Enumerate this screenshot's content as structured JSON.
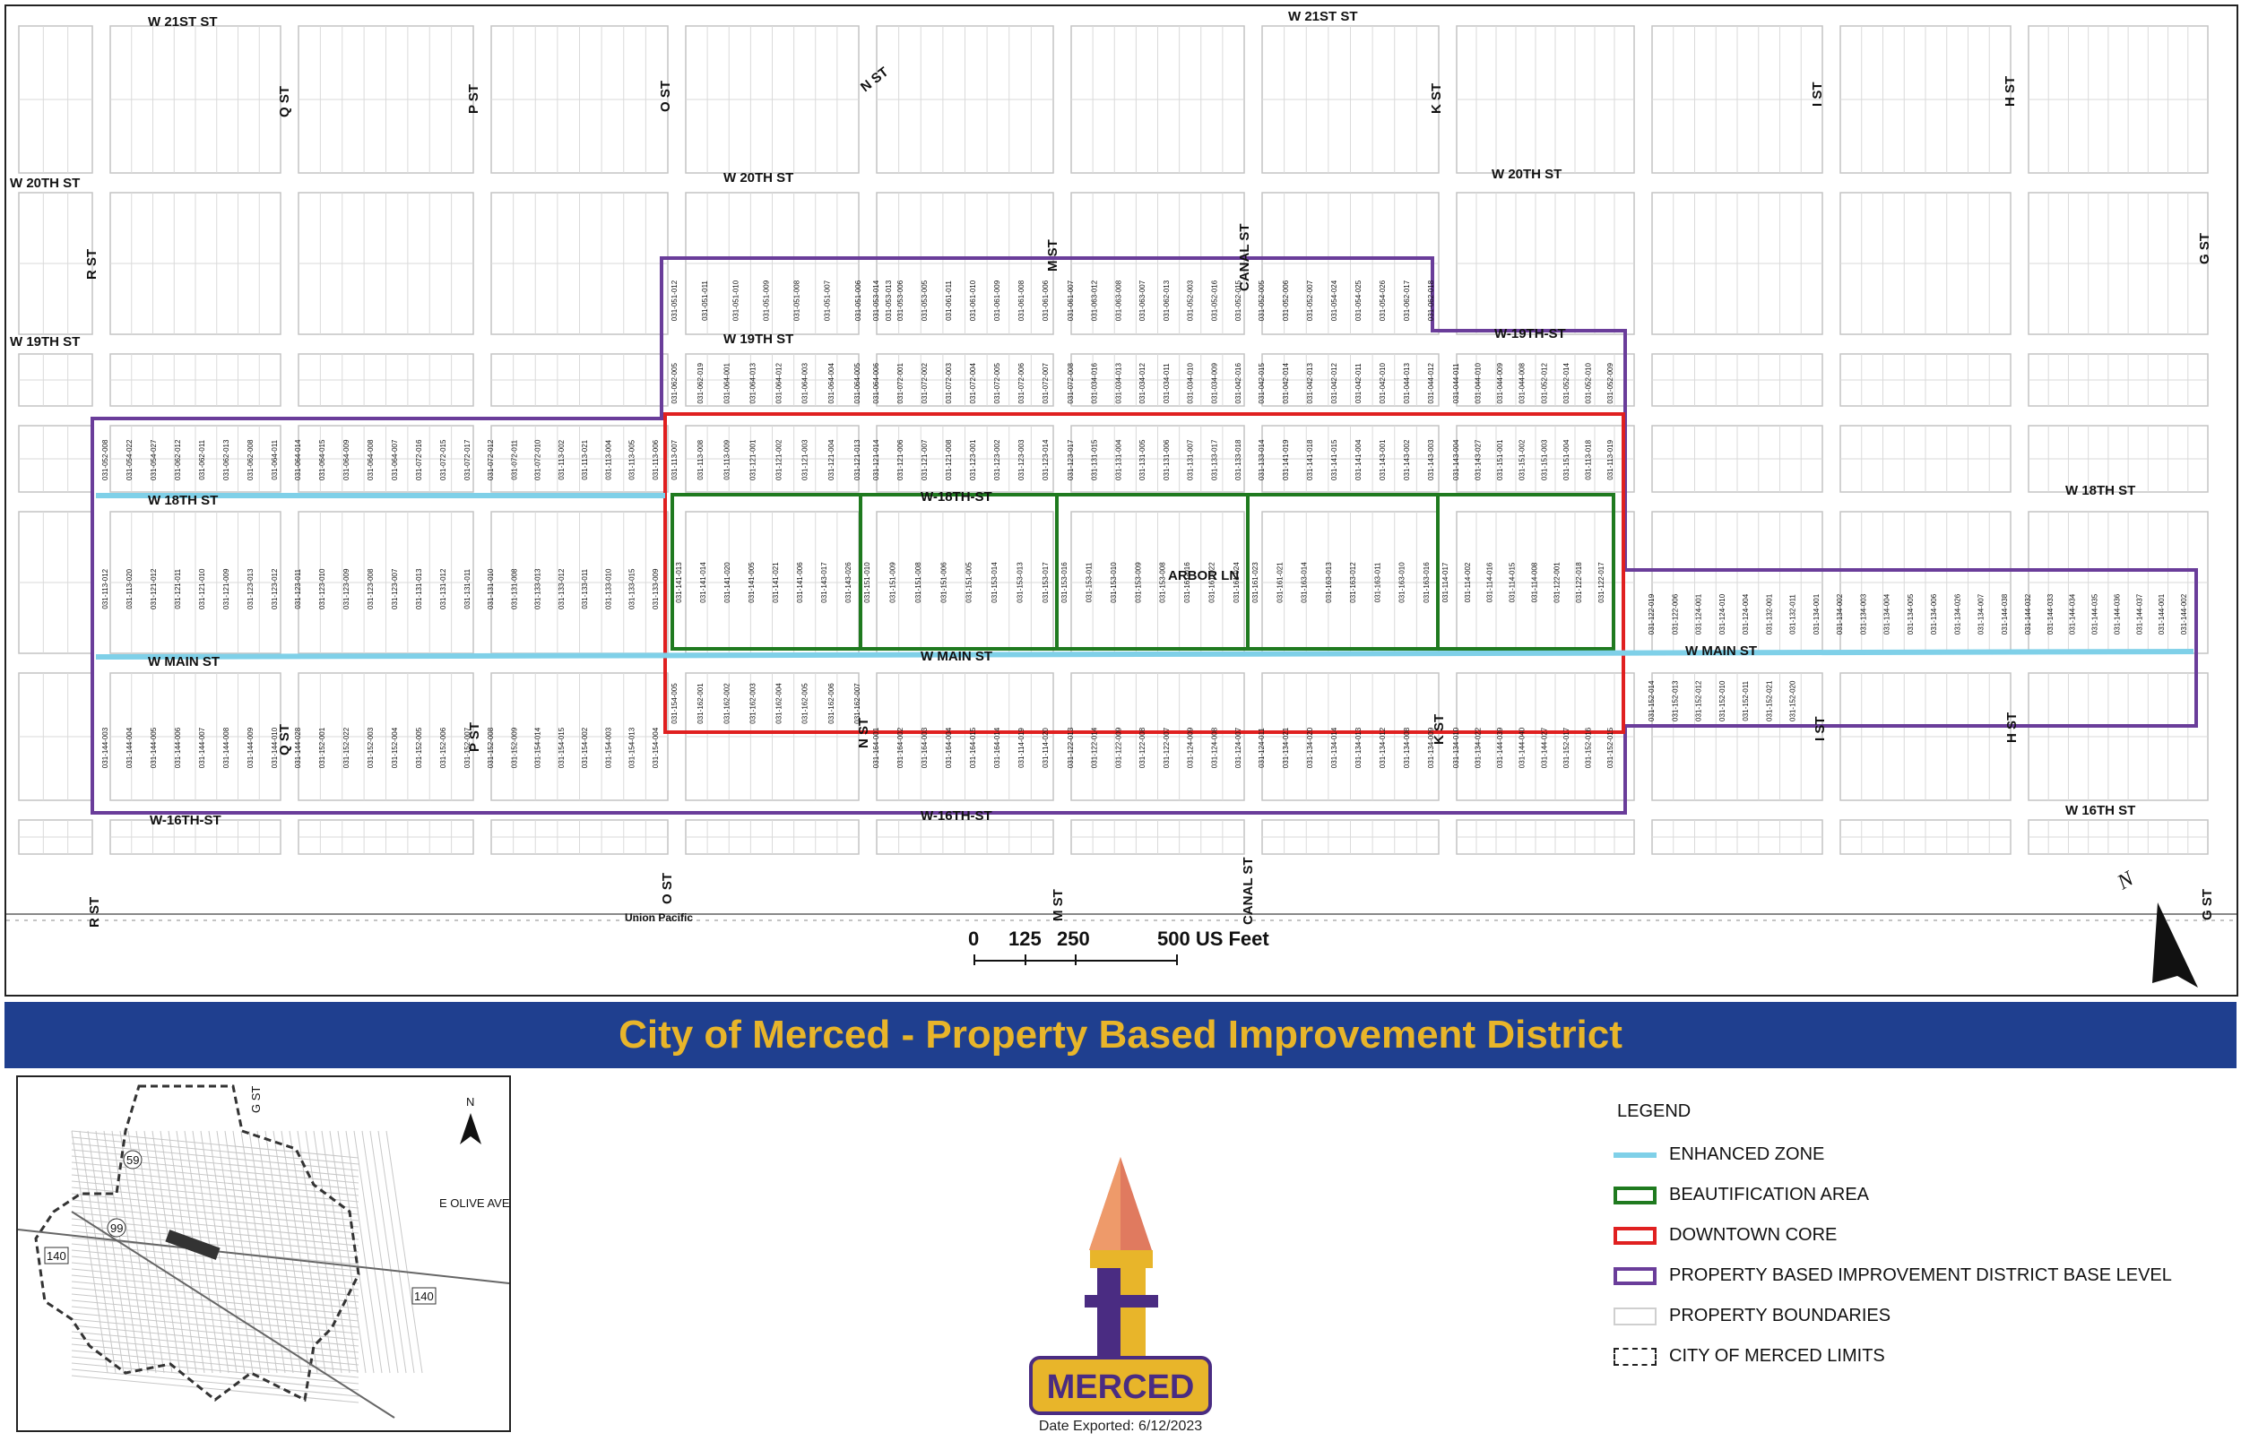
{
  "title": "City of Merced - Property Based Improvement District",
  "streets": {
    "w21st_left": "W 21ST ST",
    "w21st_right": "W 21ST ST",
    "w20th_far_left": "W 20TH ST",
    "w20th_mid": "W 20TH ST",
    "w20th_right": "W 20TH ST",
    "w19th_left": "W 19TH ST",
    "w19th_mid": "W 19TH ST",
    "w19th_right": "W-19TH-ST",
    "w18th_left": "W 18TH ST",
    "w18th_mid": "W-18TH-ST",
    "w18th_right": "W 18TH ST",
    "wmain_left": "W MAIN ST",
    "wmain_mid": "W MAIN ST",
    "wmain_right": "W MAIN ST",
    "w16th_left": "W-16TH-ST",
    "w16th_mid": "W-16TH-ST",
    "w16th_right": "W 16TH ST",
    "arbor": "ARBOR LN",
    "union_pacific": "Union Pacific",
    "r_st_top": "R ST",
    "r_st_bottom": "R ST",
    "q_st_top": "Q ST",
    "q_st_bottom": "Q ST",
    "p_st_top": "P ST",
    "p_st_bottom": "P ST",
    "o_st_top": "O ST",
    "o_st_bottom": "O ST",
    "n_st_top": "N ST",
    "n_st_bottom": "N ST",
    "m_st_top": "M ST",
    "m_st_bottom": "M ST",
    "canal_top": "CANAL ST",
    "canal_bottom": "CANAL ST",
    "k_st_top": "K ST",
    "k_st_bottom": "K ST",
    "i_st_top": "I ST",
    "i_st_bottom": "I ST",
    "h_st_top": "H ST",
    "h_st_bottom": "H ST",
    "g_st_top": "G ST",
    "g_st_bottom": "G ST"
  },
  "parcels": [
    {
      "id": "031-051-012"
    },
    {
      "id": "031-051-011"
    },
    {
      "id": "031-051-010"
    },
    {
      "id": "031-051-009"
    },
    {
      "id": "031-051-008"
    },
    {
      "id": "031-051-007"
    },
    {
      "id": "031-051-006"
    },
    {
      "id": "031-053-013"
    },
    {
      "id": "031-053-014"
    },
    {
      "id": "031-053-006"
    },
    {
      "id": "031-053-005"
    },
    {
      "id": "031-061-011"
    },
    {
      "id": "031-061-010"
    },
    {
      "id": "031-061-009"
    },
    {
      "id": "031-061-008"
    },
    {
      "id": "031-061-006"
    },
    {
      "id": "031-061-007"
    },
    {
      "id": "031-063-012"
    },
    {
      "id": "031-063-008"
    },
    {
      "id": "031-063-007"
    },
    {
      "id": "031-062-013"
    },
    {
      "id": "031-052-003"
    },
    {
      "id": "031-052-016"
    },
    {
      "id": "031-052-015"
    },
    {
      "id": "031-052-005"
    },
    {
      "id": "031-052-006"
    },
    {
      "id": "031-052-007"
    },
    {
      "id": "031-054-024"
    },
    {
      "id": "031-054-025"
    },
    {
      "id": "031-054-026"
    },
    {
      "id": "031-062-017"
    },
    {
      "id": "031-062-018"
    },
    {
      "id": "031-062-005"
    },
    {
      "id": "031-062-019"
    },
    {
      "id": "031-064-001"
    },
    {
      "id": "031-064-013"
    },
    {
      "id": "031-064-012"
    },
    {
      "id": "031-064-003"
    },
    {
      "id": "031-064-004"
    },
    {
      "id": "031-064-005"
    },
    {
      "id": "031-064-006"
    },
    {
      "id": "031-072-001"
    },
    {
      "id": "031-072-002"
    },
    {
      "id": "031-072-003"
    },
    {
      "id": "031-072-004"
    },
    {
      "id": "031-072-005"
    },
    {
      "id": "031-072-006"
    },
    {
      "id": "031-072-007"
    },
    {
      "id": "031-072-008"
    },
    {
      "id": "031-034-016"
    },
    {
      "id": "031-034-013"
    },
    {
      "id": "031-034-012"
    },
    {
      "id": "031-034-011"
    },
    {
      "id": "031-034-010"
    },
    {
      "id": "031-034-009"
    },
    {
      "id": "031-042-016"
    },
    {
      "id": "031-042-015"
    },
    {
      "id": "031-042-014"
    },
    {
      "id": "031-042-013"
    },
    {
      "id": "031-042-012"
    },
    {
      "id": "031-042-011"
    },
    {
      "id": "031-042-010"
    },
    {
      "id": "031-044-013"
    },
    {
      "id": "031-044-012"
    },
    {
      "id": "031-044-011"
    },
    {
      "id": "031-044-010"
    },
    {
      "id": "031-044-009"
    },
    {
      "id": "031-044-008"
    },
    {
      "id": "031-052-012"
    },
    {
      "id": "031-052-014"
    },
    {
      "id": "031-052-010"
    },
    {
      "id": "031-052-009"
    },
    {
      "id": "031-052-008"
    },
    {
      "id": "031-054-022"
    },
    {
      "id": "031-054-027"
    },
    {
      "id": "031-062-012"
    },
    {
      "id": "031-062-011"
    },
    {
      "id": "031-062-013"
    },
    {
      "id": "031-062-008"
    },
    {
      "id": "031-064-011"
    },
    {
      "id": "031-064-014"
    },
    {
      "id": "031-064-015"
    },
    {
      "id": "031-064-009"
    },
    {
      "id": "031-064-008"
    },
    {
      "id": "031-064-007"
    },
    {
      "id": "031-072-016"
    },
    {
      "id": "031-072-015"
    },
    {
      "id": "031-072-017"
    },
    {
      "id": "031-072-012"
    },
    {
      "id": "031-072-011"
    },
    {
      "id": "031-072-010"
    },
    {
      "id": "031-113-002"
    },
    {
      "id": "031-113-021"
    },
    {
      "id": "031-113-004"
    },
    {
      "id": "031-113-005"
    },
    {
      "id": "031-113-006"
    },
    {
      "id": "031-113-007"
    },
    {
      "id": "031-113-008"
    },
    {
      "id": "031-113-009"
    },
    {
      "id": "031-121-001"
    },
    {
      "id": "031-121-002"
    },
    {
      "id": "031-121-003"
    },
    {
      "id": "031-121-004"
    },
    {
      "id": "031-121-013"
    },
    {
      "id": "031-121-014"
    },
    {
      "id": "031-121-006"
    },
    {
      "id": "031-121-007"
    },
    {
      "id": "031-121-008"
    },
    {
      "id": "031-123-001"
    },
    {
      "id": "031-123-002"
    },
    {
      "id": "031-123-003"
    },
    {
      "id": "031-123-014"
    },
    {
      "id": "031-123-017"
    },
    {
      "id": "031-131-015"
    },
    {
      "id": "031-131-004"
    },
    {
      "id": "031-131-005"
    },
    {
      "id": "031-131-006"
    },
    {
      "id": "031-131-007"
    },
    {
      "id": "031-133-017"
    },
    {
      "id": "031-133-018"
    },
    {
      "id": "031-133-014"
    },
    {
      "id": "031-141-019"
    },
    {
      "id": "031-141-018"
    },
    {
      "id": "031-141-015"
    },
    {
      "id": "031-141-004"
    },
    {
      "id": "031-143-001"
    },
    {
      "id": "031-143-002"
    },
    {
      "id": "031-143-003"
    },
    {
      "id": "031-143-004"
    },
    {
      "id": "031-143-027"
    },
    {
      "id": "031-151-001"
    },
    {
      "id": "031-151-002"
    },
    {
      "id": "031-151-003"
    },
    {
      "id": "031-151-004"
    },
    {
      "id": "031-113-018"
    },
    {
      "id": "031-113-019"
    },
    {
      "id": "031-113-012"
    },
    {
      "id": "031-113-020"
    },
    {
      "id": "031-121-012"
    },
    {
      "id": "031-121-011"
    },
    {
      "id": "031-121-010"
    },
    {
      "id": "031-121-009"
    },
    {
      "id": "031-123-013"
    },
    {
      "id": "031-123-012"
    },
    {
      "id": "031-123-011"
    },
    {
      "id": "031-123-010"
    },
    {
      "id": "031-123-009"
    },
    {
      "id": "031-123-008"
    },
    {
      "id": "031-123-007"
    },
    {
      "id": "031-131-013"
    },
    {
      "id": "031-131-012"
    },
    {
      "id": "031-131-011"
    },
    {
      "id": "031-131-010"
    },
    {
      "id": "031-131-008"
    },
    {
      "id": "031-133-013"
    },
    {
      "id": "031-133-012"
    },
    {
      "id": "031-133-011"
    },
    {
      "id": "031-133-010"
    },
    {
      "id": "031-133-015"
    },
    {
      "id": "031-133-009"
    },
    {
      "id": "031-141-013"
    },
    {
      "id": "031-141-014"
    },
    {
      "id": "031-141-020"
    },
    {
      "id": "031-141-005"
    },
    {
      "id": "031-141-021"
    },
    {
      "id": "031-141-006"
    },
    {
      "id": "031-143-017"
    },
    {
      "id": "031-143-026"
    },
    {
      "id": "031-151-010"
    },
    {
      "id": "031-151-009"
    },
    {
      "id": "031-151-008"
    },
    {
      "id": "031-151-006"
    },
    {
      "id": "031-151-005"
    },
    {
      "id": "031-153-014"
    },
    {
      "id": "031-153-013"
    },
    {
      "id": "031-153-017"
    },
    {
      "id": "031-153-016"
    },
    {
      "id": "031-153-011"
    },
    {
      "id": "031-153-010"
    },
    {
      "id": "031-153-009"
    },
    {
      "id": "031-153-008"
    },
    {
      "id": "031-161-016"
    },
    {
      "id": "031-161-022"
    },
    {
      "id": "031-161-024"
    },
    {
      "id": "031-161-023"
    },
    {
      "id": "031-161-021"
    },
    {
      "id": "031-163-014"
    },
    {
      "id": "031-163-013"
    },
    {
      "id": "031-163-012"
    },
    {
      "id": "031-163-011"
    },
    {
      "id": "031-163-010"
    },
    {
      "id": "031-163-016"
    },
    {
      "id": "031-114-017"
    },
    {
      "id": "031-114-002"
    },
    {
      "id": "031-114-016"
    },
    {
      "id": "031-114-015"
    },
    {
      "id": "031-114-008"
    },
    {
      "id": "031-122-001"
    },
    {
      "id": "031-122-018"
    },
    {
      "id": "031-122-017"
    },
    {
      "id": "031-122-019"
    },
    {
      "id": "031-122-006"
    },
    {
      "id": "031-124-001"
    },
    {
      "id": "031-124-010"
    },
    {
      "id": "031-124-004"
    },
    {
      "id": "031-132-001"
    },
    {
      "id": "031-132-011"
    },
    {
      "id": "031-134-001"
    },
    {
      "id": "031-134-002"
    },
    {
      "id": "031-134-003"
    },
    {
      "id": "031-134-004"
    },
    {
      "id": "031-134-005"
    },
    {
      "id": "031-134-006"
    },
    {
      "id": "031-134-026"
    },
    {
      "id": "031-134-007"
    },
    {
      "id": "031-144-038"
    },
    {
      "id": "031-144-032"
    },
    {
      "id": "031-144-033"
    },
    {
      "id": "031-144-034"
    },
    {
      "id": "031-144-035"
    },
    {
      "id": "031-144-036"
    },
    {
      "id": "031-144-037"
    },
    {
      "id": "031-144-001"
    },
    {
      "id": "031-144-002"
    },
    {
      "id": "031-144-003"
    },
    {
      "id": "031-144-004"
    },
    {
      "id": "031-144-005"
    },
    {
      "id": "031-144-006"
    },
    {
      "id": "031-144-007"
    },
    {
      "id": "031-144-008"
    },
    {
      "id": "031-144-009"
    },
    {
      "id": "031-144-010"
    },
    {
      "id": "031-144-028"
    },
    {
      "id": "031-152-001"
    },
    {
      "id": "031-152-022"
    },
    {
      "id": "031-152-003"
    },
    {
      "id": "031-152-004"
    },
    {
      "id": "031-152-005"
    },
    {
      "id": "031-152-006"
    },
    {
      "id": "031-152-007"
    },
    {
      "id": "031-152-008"
    },
    {
      "id": "031-152-009"
    },
    {
      "id": "031-154-014"
    },
    {
      "id": "031-154-015"
    },
    {
      "id": "031-154-002"
    },
    {
      "id": "031-154-003"
    },
    {
      "id": "031-154-013"
    },
    {
      "id": "031-154-004"
    },
    {
      "id": "031-154-005"
    },
    {
      "id": "031-162-001"
    },
    {
      "id": "031-162-002"
    },
    {
      "id": "031-162-003"
    },
    {
      "id": "031-162-004"
    },
    {
      "id": "031-162-005"
    },
    {
      "id": "031-162-006"
    },
    {
      "id": "031-162-007"
    },
    {
      "id": "031-164-001"
    },
    {
      "id": "031-164-002"
    },
    {
      "id": "031-164-003"
    },
    {
      "id": "031-164-004"
    },
    {
      "id": "031-164-015"
    },
    {
      "id": "031-164-014"
    },
    {
      "id": "031-114-019"
    },
    {
      "id": "031-114-020"
    },
    {
      "id": "031-122-013"
    },
    {
      "id": "031-122-014"
    },
    {
      "id": "031-122-009"
    },
    {
      "id": "031-122-008"
    },
    {
      "id": "031-122-007"
    },
    {
      "id": "031-124-009"
    },
    {
      "id": "031-124-008"
    },
    {
      "id": "031-124-007"
    },
    {
      "id": "031-124-011"
    },
    {
      "id": "031-134-021"
    },
    {
      "id": "031-134-020"
    },
    {
      "id": "031-134-014"
    },
    {
      "id": "031-134-013"
    },
    {
      "id": "031-134-012"
    },
    {
      "id": "031-134-008"
    },
    {
      "id": "031-134-009"
    },
    {
      "id": "031-134-010"
    },
    {
      "id": "031-134-022"
    },
    {
      "id": "031-144-039"
    },
    {
      "id": "031-144-040"
    },
    {
      "id": "031-144-027"
    },
    {
      "id": "031-152-017"
    },
    {
      "id": "031-152-016"
    },
    {
      "id": "031-152-015"
    },
    {
      "id": "031-152-014"
    },
    {
      "id": "031-152-013"
    },
    {
      "id": "031-152-012"
    },
    {
      "id": "031-152-010"
    },
    {
      "id": "031-152-011"
    },
    {
      "id": "031-152-021"
    },
    {
      "id": "031-152-020"
    }
  ],
  "scale": {
    "ticks": [
      "0",
      "125",
      "250",
      "500 US Feet"
    ]
  },
  "north_label": "N",
  "inset": {
    "labels": {
      "g_st": "G ST",
      "e_olive": "E OLIVE AVE",
      "hwy59": "59",
      "hwy99": "99",
      "hwy140_left": "140",
      "hwy140_right": "140",
      "north": "N"
    }
  },
  "legend": {
    "title": "LEGEND",
    "items": [
      {
        "label": "ENHANCED ZONE",
        "color": "#7fd0e8",
        "kind": "line"
      },
      {
        "label": "BEAUTIFICATION AREA",
        "color": "#1f7a1f",
        "kind": "box"
      },
      {
        "label": "DOWNTOWN CORE",
        "color": "#e02020",
        "kind": "box"
      },
      {
        "label": "PROPERTY BASED IMPROVEMENT DISTRICT BASE LEVEL",
        "color": "#6a3d9a",
        "kind": "box"
      },
      {
        "label": "PROPERTY BOUNDARIES",
        "color": "#cfcfcf",
        "kind": "box"
      },
      {
        "label": "CITY OF MERCED LIMITS",
        "color": "#222222",
        "kind": "dash"
      }
    ]
  },
  "logo": {
    "text": "MERCED"
  },
  "date_exported": "Date Exported: 6/12/2023",
  "colors": {
    "enhanced": "#7fd0e8",
    "beautification": "#1f7a1f",
    "downtown": "#e02020",
    "pbid": "#6a3d9a",
    "title_bg": "#1f3f8f",
    "title_text": "#e8b52a"
  }
}
